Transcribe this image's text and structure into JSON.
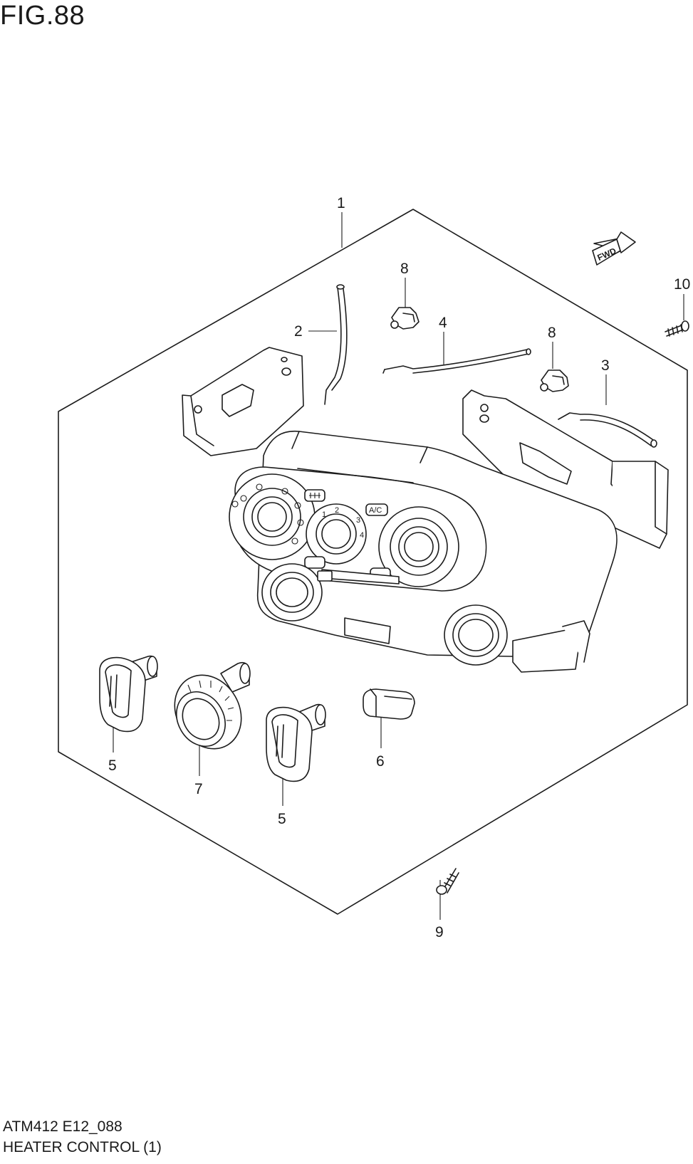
{
  "figure": {
    "title": "FIG.88",
    "code": "ATM412 E12_088",
    "name": "HEATER CONTROL (1)"
  },
  "direction_marker": {
    "label": "FWD"
  },
  "dial_numbers": [
    "1",
    "2",
    "3",
    "4"
  ],
  "ac_button_label": "A/C",
  "callouts": [
    {
      "id": "1",
      "label": "1"
    },
    {
      "id": "2",
      "label": "2"
    },
    {
      "id": "3",
      "label": "3"
    },
    {
      "id": "4",
      "label": "4"
    },
    {
      "id": "5a",
      "label": "5"
    },
    {
      "id": "5b",
      "label": "5"
    },
    {
      "id": "6",
      "label": "6"
    },
    {
      "id": "7",
      "label": "7"
    },
    {
      "id": "8a",
      "label": "8"
    },
    {
      "id": "8b",
      "label": "8"
    },
    {
      "id": "9",
      "label": "9"
    },
    {
      "id": "10",
      "label": "10"
    }
  ]
}
